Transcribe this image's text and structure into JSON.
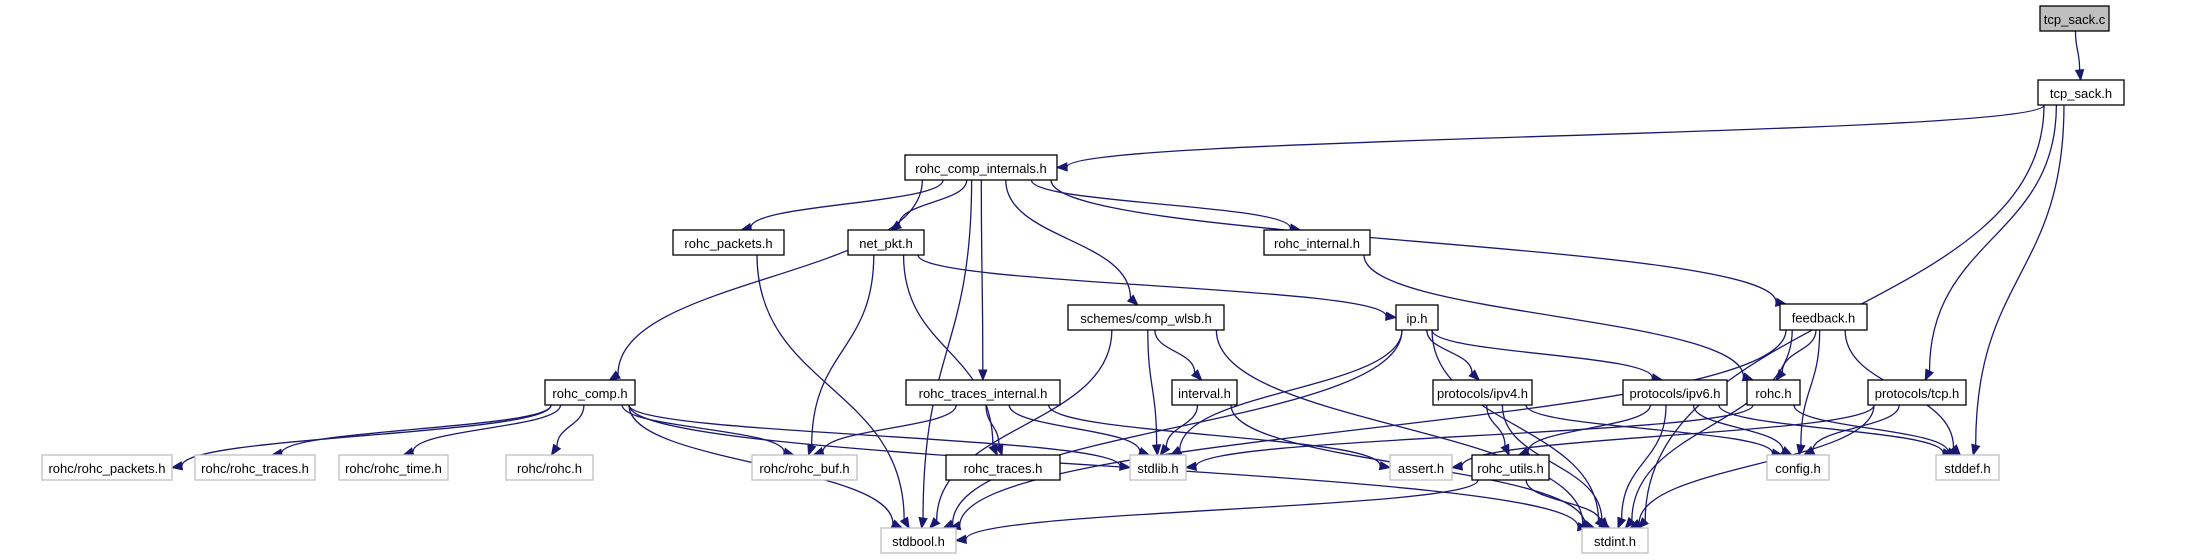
{
  "title": "Include dependency graph for tcp_sack.c",
  "colors": {
    "edge": "#191970",
    "root_fill": "#bfbfbf",
    "local_border": "#000000",
    "external_border": "#bfbfbf"
  },
  "nodes": [
    {
      "id": "tcp_sack_c",
      "label": "tcp_sack.c",
      "kind": "root"
    },
    {
      "id": "tcp_sack_h",
      "label": "tcp_sack.h",
      "kind": "local"
    },
    {
      "id": "rohc_comp_internals_h",
      "label": "rohc_comp_internals.h",
      "kind": "local"
    },
    {
      "id": "rohc_packets_h",
      "label": "rohc_packets.h",
      "kind": "local"
    },
    {
      "id": "net_pkt_h",
      "label": "net_pkt.h",
      "kind": "local"
    },
    {
      "id": "rohc_internal_h",
      "label": "rohc_internal.h",
      "kind": "local"
    },
    {
      "id": "comp_wlsb_h",
      "label": "schemes/comp_wlsb.h",
      "kind": "local"
    },
    {
      "id": "ip_h",
      "label": "ip.h",
      "kind": "local"
    },
    {
      "id": "feedback_h",
      "label": "feedback.h",
      "kind": "local"
    },
    {
      "id": "rohc_comp_h",
      "label": "rohc_comp.h",
      "kind": "local"
    },
    {
      "id": "rohc_traces_internal_h",
      "label": "rohc_traces_internal.h",
      "kind": "local"
    },
    {
      "id": "interval_h",
      "label": "interval.h",
      "kind": "local"
    },
    {
      "id": "ipv4_h",
      "label": "protocols/ipv4.h",
      "kind": "local"
    },
    {
      "id": "ipv6_h",
      "label": "protocols/ipv6.h",
      "kind": "local"
    },
    {
      "id": "rohc_h",
      "label": "rohc.h",
      "kind": "local"
    },
    {
      "id": "tcp_h",
      "label": "protocols/tcp.h",
      "kind": "local"
    },
    {
      "id": "rohc_rohc_packets_h",
      "label": "rohc/rohc_packets.h",
      "kind": "external"
    },
    {
      "id": "rohc_rohc_traces_h",
      "label": "rohc/rohc_traces.h",
      "kind": "external"
    },
    {
      "id": "rohc_rohc_time_h",
      "label": "rohc/rohc_time.h",
      "kind": "external"
    },
    {
      "id": "rohc_rohc_h",
      "label": "rohc/rohc.h",
      "kind": "external"
    },
    {
      "id": "rohc_rohc_buf_h",
      "label": "rohc/rohc_buf.h",
      "kind": "external"
    },
    {
      "id": "rohc_traces_h",
      "label": "rohc_traces.h",
      "kind": "local"
    },
    {
      "id": "stdlib_h",
      "label": "stdlib.h",
      "kind": "external"
    },
    {
      "id": "assert_h",
      "label": "assert.h",
      "kind": "external"
    },
    {
      "id": "rohc_utils_h",
      "label": "rohc_utils.h",
      "kind": "local"
    },
    {
      "id": "config_h",
      "label": "config.h",
      "kind": "external"
    },
    {
      "id": "stddef_h",
      "label": "stddef.h",
      "kind": "external"
    },
    {
      "id": "stdbool_h",
      "label": "stdbool.h",
      "kind": "external"
    },
    {
      "id": "stdint_h",
      "label": "stdint.h",
      "kind": "external"
    }
  ],
  "edges": [
    [
      "tcp_sack_c",
      "tcp_sack_h"
    ],
    [
      "tcp_sack_h",
      "rohc_comp_internals_h"
    ],
    [
      "tcp_sack_h",
      "tcp_h"
    ],
    [
      "tcp_sack_h",
      "stddef_h"
    ],
    [
      "tcp_sack_h",
      "stdint_h"
    ],
    [
      "rohc_comp_internals_h",
      "rohc_packets_h"
    ],
    [
      "rohc_comp_internals_h",
      "net_pkt_h"
    ],
    [
      "rohc_comp_internals_h",
      "rohc_internal_h"
    ],
    [
      "rohc_comp_internals_h",
      "comp_wlsb_h"
    ],
    [
      "rohc_comp_internals_h",
      "feedback_h"
    ],
    [
      "rohc_comp_internals_h",
      "rohc_comp_h"
    ],
    [
      "rohc_comp_internals_h",
      "rohc_traces_internal_h"
    ],
    [
      "rohc_comp_internals_h",
      "stdbool_h"
    ],
    [
      "rohc_packets_h",
      "stdbool_h"
    ],
    [
      "net_pkt_h",
      "ip_h"
    ],
    [
      "net_pkt_h",
      "rohc_rohc_buf_h"
    ],
    [
      "net_pkt_h",
      "rohc_traces_h"
    ],
    [
      "rohc_internal_h",
      "rohc_h"
    ],
    [
      "comp_wlsb_h",
      "interval_h"
    ],
    [
      "comp_wlsb_h",
      "stdlib_h"
    ],
    [
      "comp_wlsb_h",
      "stdint_h"
    ],
    [
      "comp_wlsb_h",
      "stdbool_h"
    ],
    [
      "ip_h",
      "ipv4_h"
    ],
    [
      "ip_h",
      "ipv6_h"
    ],
    [
      "ip_h",
      "stdlib_h"
    ],
    [
      "ip_h",
      "stdint_h"
    ],
    [
      "ip_h",
      "stdbool_h"
    ],
    [
      "feedback_h",
      "rohc_h"
    ],
    [
      "feedback_h",
      "config_h"
    ],
    [
      "feedback_h",
      "stddef_h"
    ],
    [
      "feedback_h",
      "stdint_h"
    ],
    [
      "feedback_h",
      "stdbool_h"
    ],
    [
      "rohc_comp_h",
      "rohc_rohc_packets_h"
    ],
    [
      "rohc_comp_h",
      "rohc_rohc_traces_h"
    ],
    [
      "rohc_comp_h",
      "rohc_rohc_time_h"
    ],
    [
      "rohc_comp_h",
      "rohc_rohc_h"
    ],
    [
      "rohc_comp_h",
      "rohc_rohc_buf_h"
    ],
    [
      "rohc_comp_h",
      "stdlib_h"
    ],
    [
      "rohc_comp_h",
      "stdint_h"
    ],
    [
      "rohc_comp_h",
      "stdbool_h"
    ],
    [
      "rohc_traces_internal_h",
      "rohc_rohc_buf_h"
    ],
    [
      "rohc_traces_internal_h",
      "rohc_traces_h"
    ],
    [
      "rohc_traces_internal_h",
      "stdlib_h"
    ],
    [
      "rohc_traces_internal_h",
      "assert_h"
    ],
    [
      "interval_h",
      "stdlib_h"
    ],
    [
      "interval_h",
      "stdint_h"
    ],
    [
      "ipv4_h",
      "rohc_utils_h"
    ],
    [
      "ipv4_h",
      "config_h"
    ],
    [
      "ipv4_h",
      "stdint_h"
    ],
    [
      "ipv6_h",
      "rohc_utils_h"
    ],
    [
      "ipv6_h",
      "config_h"
    ],
    [
      "ipv6_h",
      "stddef_h"
    ],
    [
      "ipv6_h",
      "stdint_h"
    ],
    [
      "rohc_h",
      "stddef_h"
    ],
    [
      "rohc_h",
      "stdlib_h"
    ],
    [
      "tcp_h",
      "config_h"
    ],
    [
      "tcp_h",
      "assert_h"
    ],
    [
      "tcp_h",
      "stdint_h"
    ],
    [
      "rohc_utils_h",
      "stdint_h"
    ],
    [
      "rohc_utils_h",
      "stdbool_h"
    ]
  ]
}
